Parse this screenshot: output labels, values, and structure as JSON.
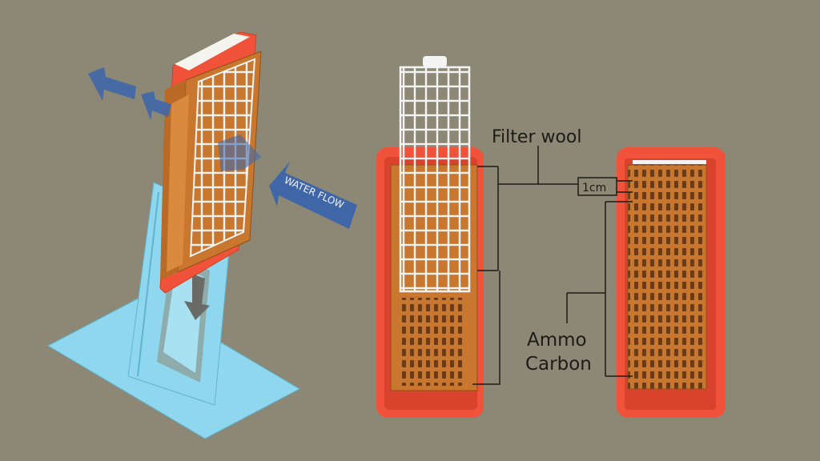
{
  "labels": {
    "water_flow": "WATER FLOW",
    "filter_wool": "Filter wool",
    "one_cm": "1cm",
    "ammo": "Ammo",
    "carbon": "Carbon"
  },
  "colors": {
    "background": "#8d8875",
    "housing_red": "#f0533a",
    "housing_red_dark": "#d9432d",
    "frame_orange": "#c9772e",
    "frame_orange_dark": "#a85e20",
    "grid_white": "#f4f4f4",
    "stand_blue": "#8fd7ee",
    "stand_blue_dark": "#6cc1dd",
    "arrow_blue": "#3f67a8",
    "arrow_gray": "#6a6a66",
    "leader_line": "#1b1b18"
  },
  "icons": [
    "flow-arrow-icon",
    "drain-arrow-icon"
  ]
}
